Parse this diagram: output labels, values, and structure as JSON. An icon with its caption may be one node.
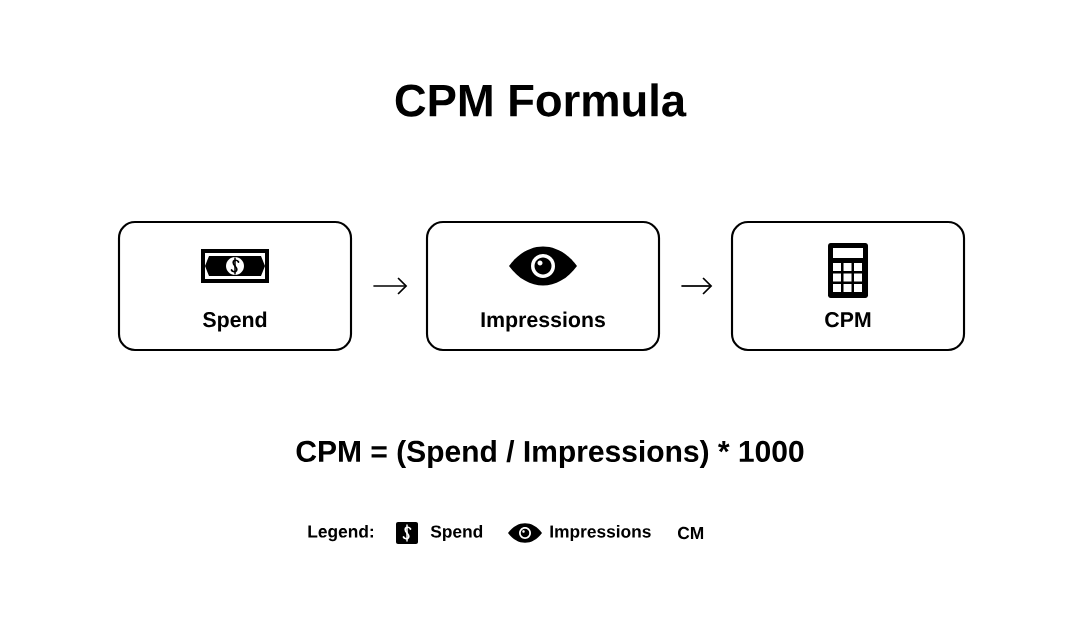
{
  "diagram": {
    "title": "CPM Formula",
    "nodes": [
      {
        "text": [
          "Spend"
        ]
      },
      {
        "text": [
          "Impressions"
        ]
      },
      {
        "text": [
          "CPM"
        ]
      }
    ],
    "edges": [
      {
        "from": 0,
        "to": 1,
        "arrow": "to"
      },
      {
        "from": 1,
        "to": 2,
        "arrow": "to"
      }
    ],
    "labels": [
      "CPM = (Spend / Impressions) * 1000",
      "Legend:"
    ],
    "legend": [
      {
        "text": "Spend"
      },
      {
        "text": "Impressions"
      },
      {
        "text": "CM"
      }
    ]
  }
}
